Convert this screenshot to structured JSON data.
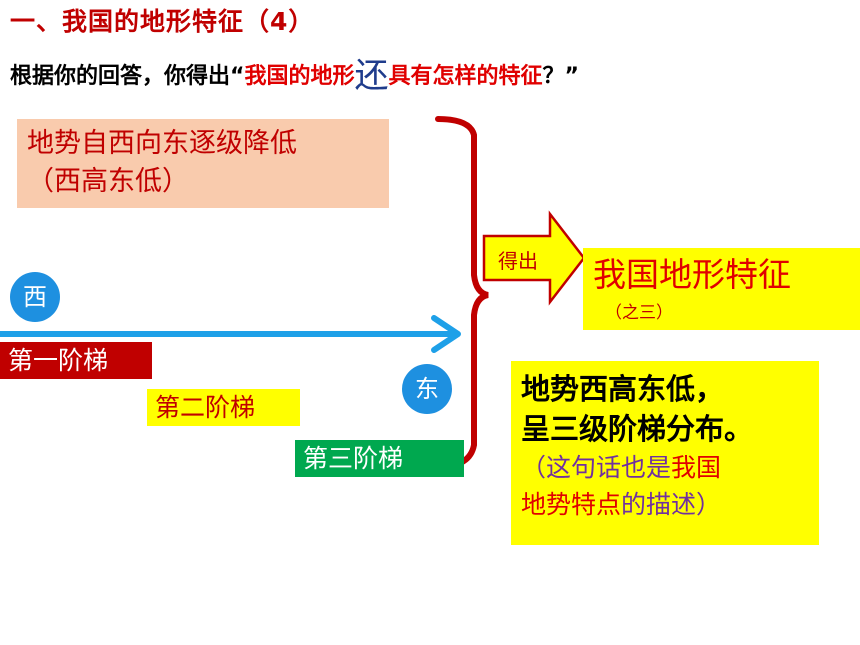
{
  "header": {
    "title": "一、我国的地形特征（4）",
    "question_prefix": "根据你的回答，你得出“",
    "question_red1": "我国的地形",
    "question_big": "还",
    "question_mid": "具有怎样的",
    "question_red2": "特征",
    "question_suffix": "？”"
  },
  "box1": {
    "line1": "地势自西向东逐级降低",
    "line2": "（西高东低）"
  },
  "arrow": {
    "label": "得出"
  },
  "box2": {
    "title": "我国地形特征",
    "subtitle": "（之三）"
  },
  "axis": {
    "west": "西",
    "east": "东"
  },
  "steps": [
    {
      "label": "第一阶梯"
    },
    {
      "label": "第二阶梯"
    },
    {
      "label": "第三阶梯"
    }
  ],
  "box3": {
    "line1": "地势西高东低，",
    "line2": "呈三级阶梯分布。",
    "note_part1": "（这句话也是",
    "note_part2": "我国",
    "note_part3": "地势特点",
    "note_part4": "的描述）"
  },
  "colors": {
    "dark_red": "#c00000",
    "red": "#e00000",
    "blue": "#1e90e0",
    "yellow": "#ffff00",
    "green": "#00a84f",
    "peach": "#f9cbad",
    "purple": "#7030a0"
  }
}
